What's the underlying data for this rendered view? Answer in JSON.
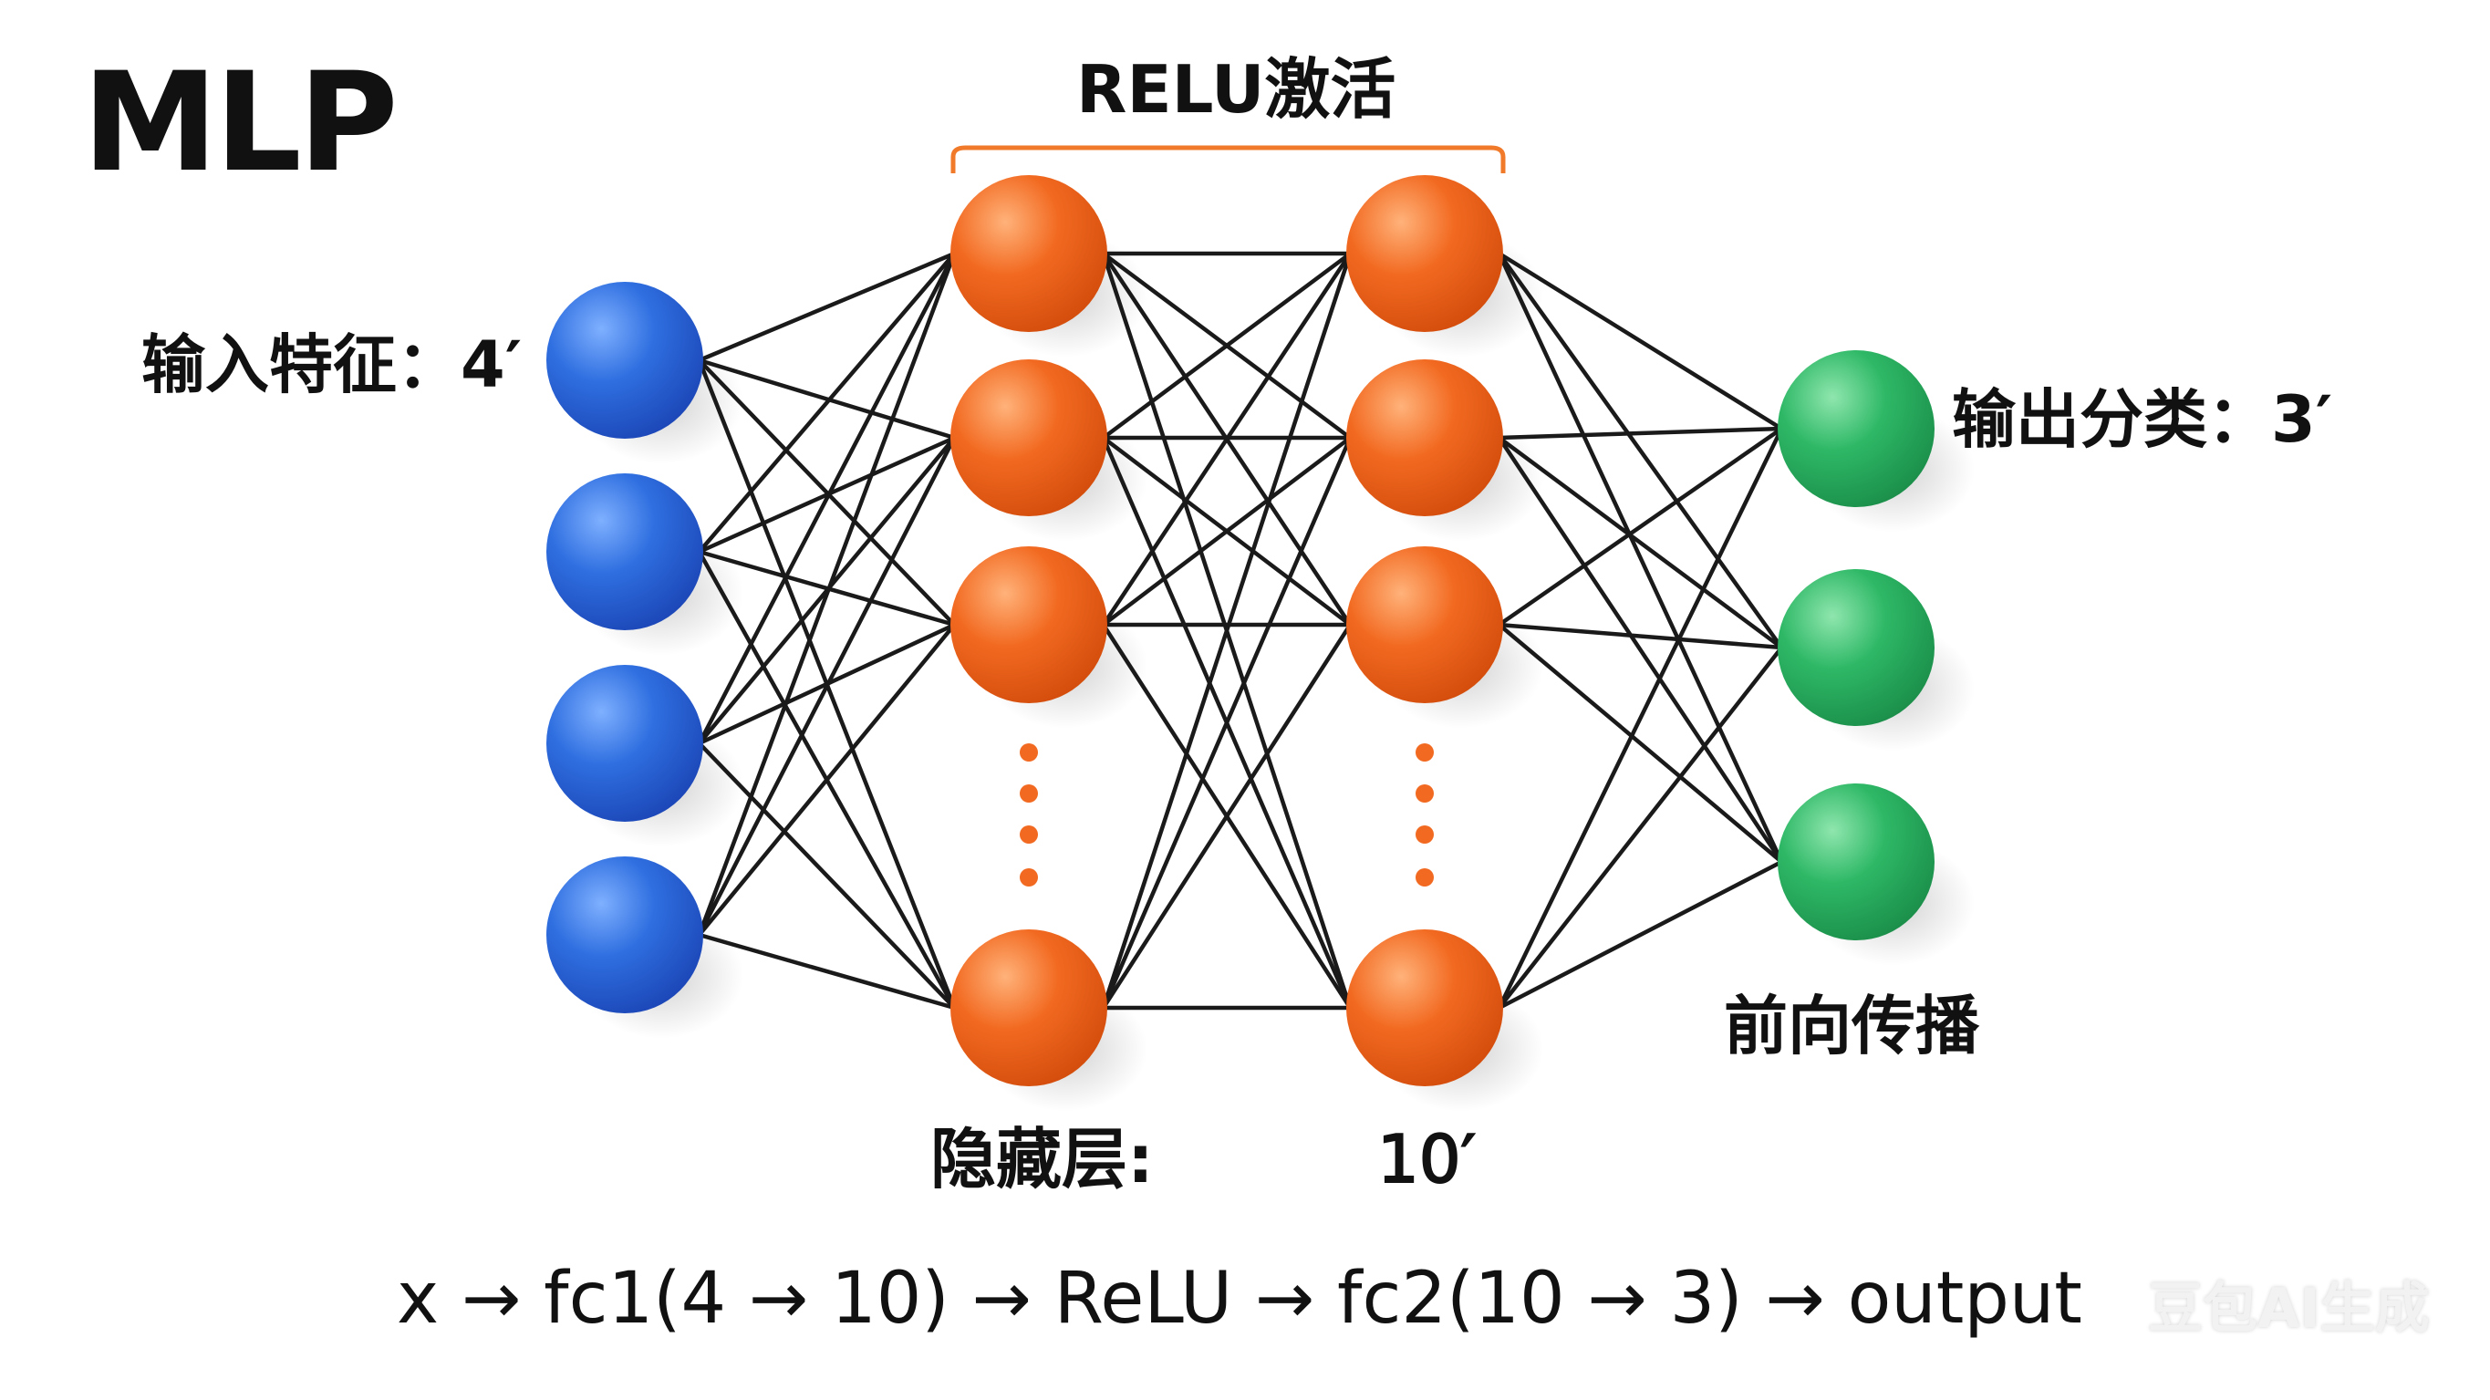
{
  "title": "MLP",
  "activation_label": "RELU激活",
  "input_label": "输入特征：4′",
  "output_label": "输出分类：3′",
  "forward_label": "前向传播",
  "hidden_label": "隐藏层:",
  "hidden_size": "10′",
  "formula": "x → fc1(4 → 10) → ReLU → fc2(10 → 3) → output",
  "watermark": "豆包AI生成",
  "layers": [
    {
      "name": "input",
      "nodes_drawn": 4,
      "color": "#2f6fe0",
      "ellipsis": false
    },
    {
      "name": "hidden1",
      "nodes_drawn": 4,
      "color": "#f26a21",
      "ellipsis": true
    },
    {
      "name": "hidden2",
      "nodes_drawn": 4,
      "color": "#f26a21",
      "ellipsis": true
    },
    {
      "name": "output",
      "nodes_drawn": 3,
      "color": "#2eb866",
      "ellipsis": false
    }
  ],
  "colors": {
    "bracket": "#f07a2a",
    "edges": "#1a1a1a",
    "ellipsis_dots": "#f26a21"
  }
}
